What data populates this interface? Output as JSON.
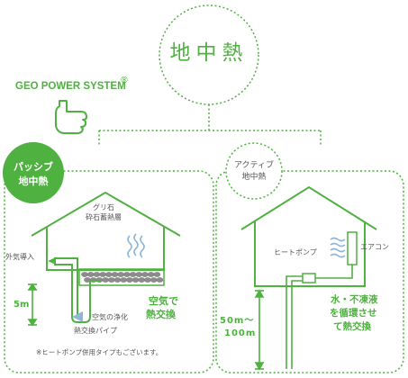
{
  "main_title": "地中熱",
  "brand": {
    "name": "GEO POWER SYSTEM",
    "mark": "®"
  },
  "passive": {
    "badge_line1": "パッシブ",
    "badge_line2": "地中熱",
    "gravel_label_1": "グリ石",
    "gravel_label_2": "砕石蓄熱層",
    "air_intake": "外気導入",
    "depth": "5m",
    "air_purify": "空気の浄化",
    "pipe_label": "熱交換パイプ",
    "exchange_line1": "空気で",
    "exchange_line2": "熱交換",
    "footnote": "※ヒートポンプ併用タイプもございます。"
  },
  "active": {
    "circle_line1": "アクティブ",
    "circle_line2": "地中熱",
    "heat_pump": "ヒートポンプ",
    "aircon": "エアコン",
    "depth_line1": "50m〜",
    "depth_line2": "100m",
    "exchange_line1": "水・不凍液",
    "exchange_line2": "を循環させ",
    "exchange_line3": "て熱交換"
  },
  "colors": {
    "green": "#4fb140",
    "text": "#555555",
    "gravel": "#8c8c8c",
    "heat": "#8fb6d6"
  }
}
